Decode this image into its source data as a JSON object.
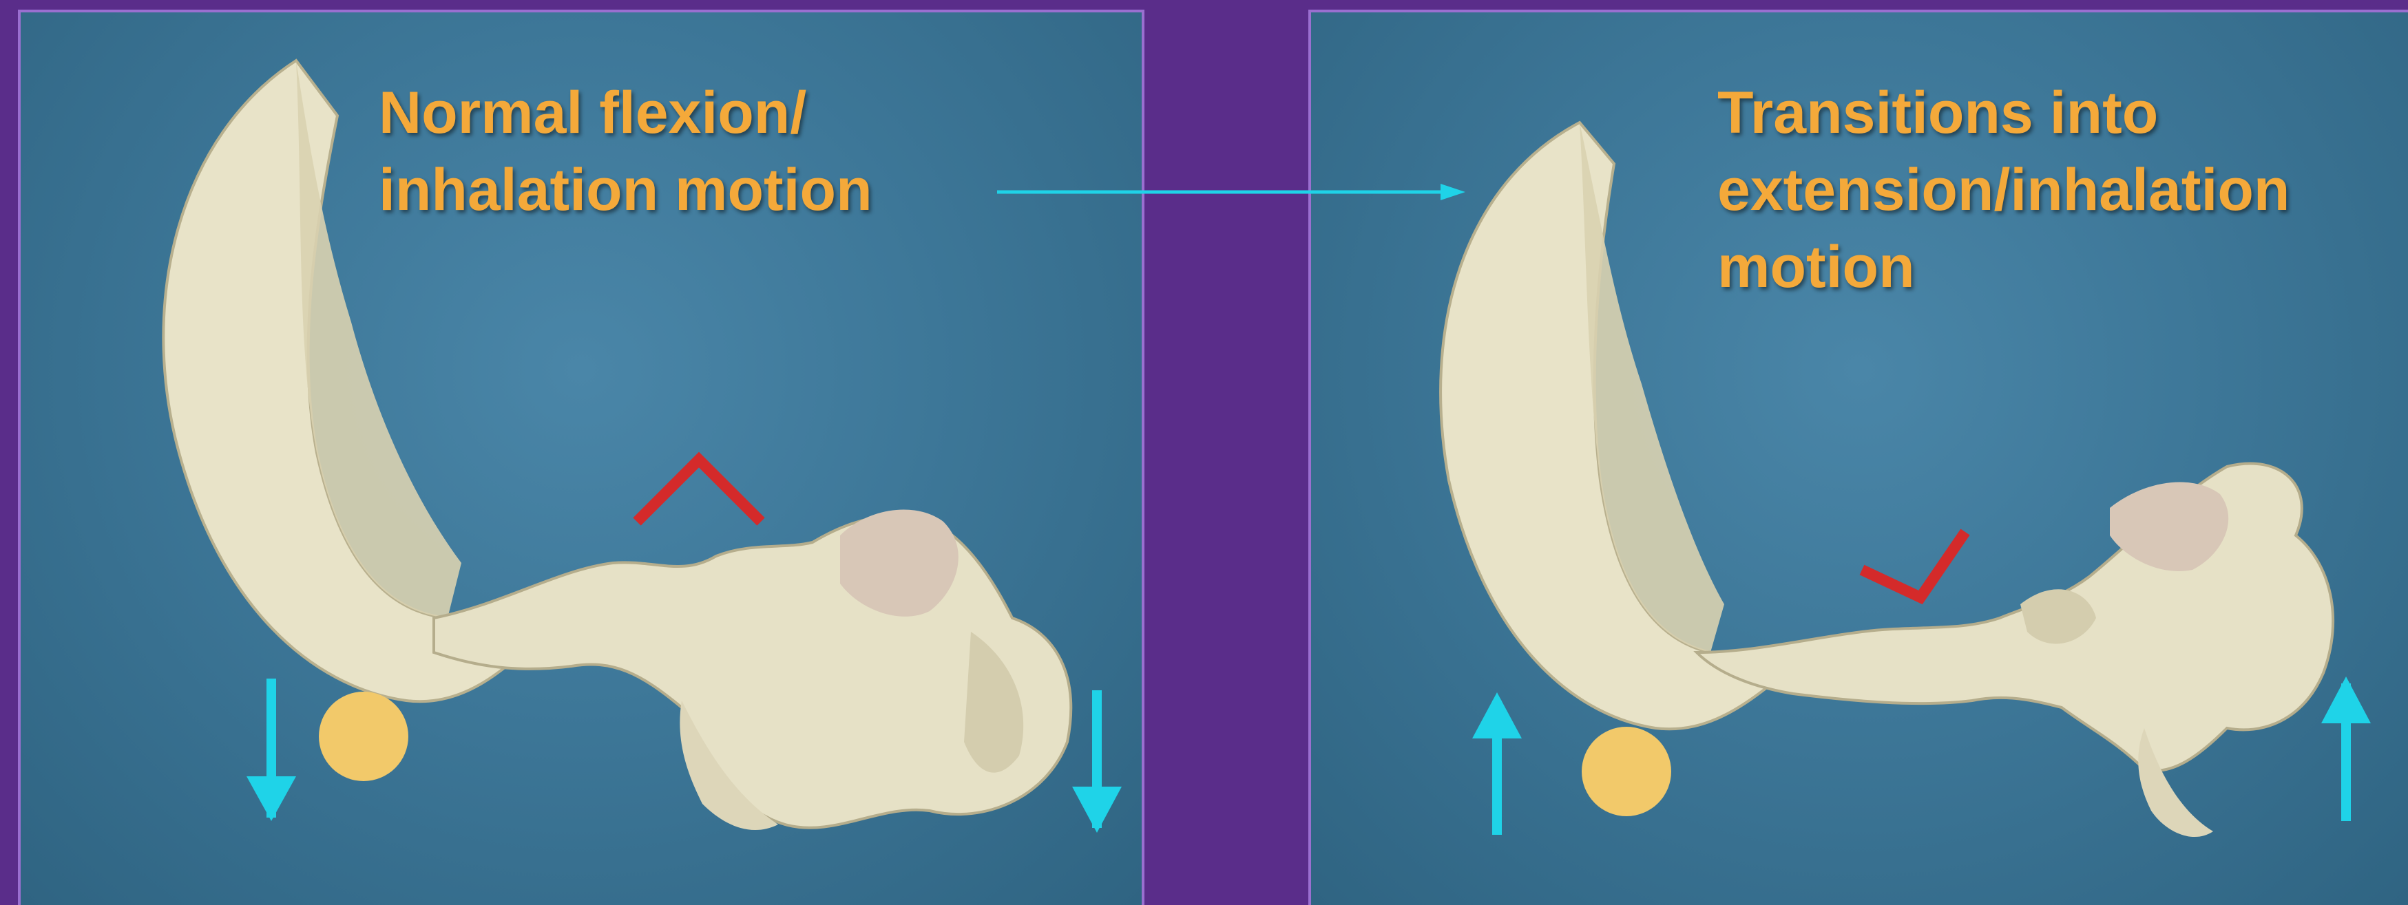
{
  "left_panel": {
    "caption": "Normal flexion/\ninhalation motion"
  },
  "right_panel": {
    "caption": "Transitions into\nextension/inhalation\nmotion"
  },
  "colors": {
    "background": "#5a2d8a",
    "panel_border": "#9a6fd0",
    "caption_text": "#f4a93a",
    "cyan_arrow": "#1fd3e8",
    "red_angle": "#d42a2a",
    "yellow_dot": "#f2c96a",
    "bone": "#e8e3c8"
  },
  "icons": {
    "motion_arrow": "cyan-arrow",
    "joint_marker": "red-angle-marker",
    "pivot": "yellow-pivot-dot"
  }
}
